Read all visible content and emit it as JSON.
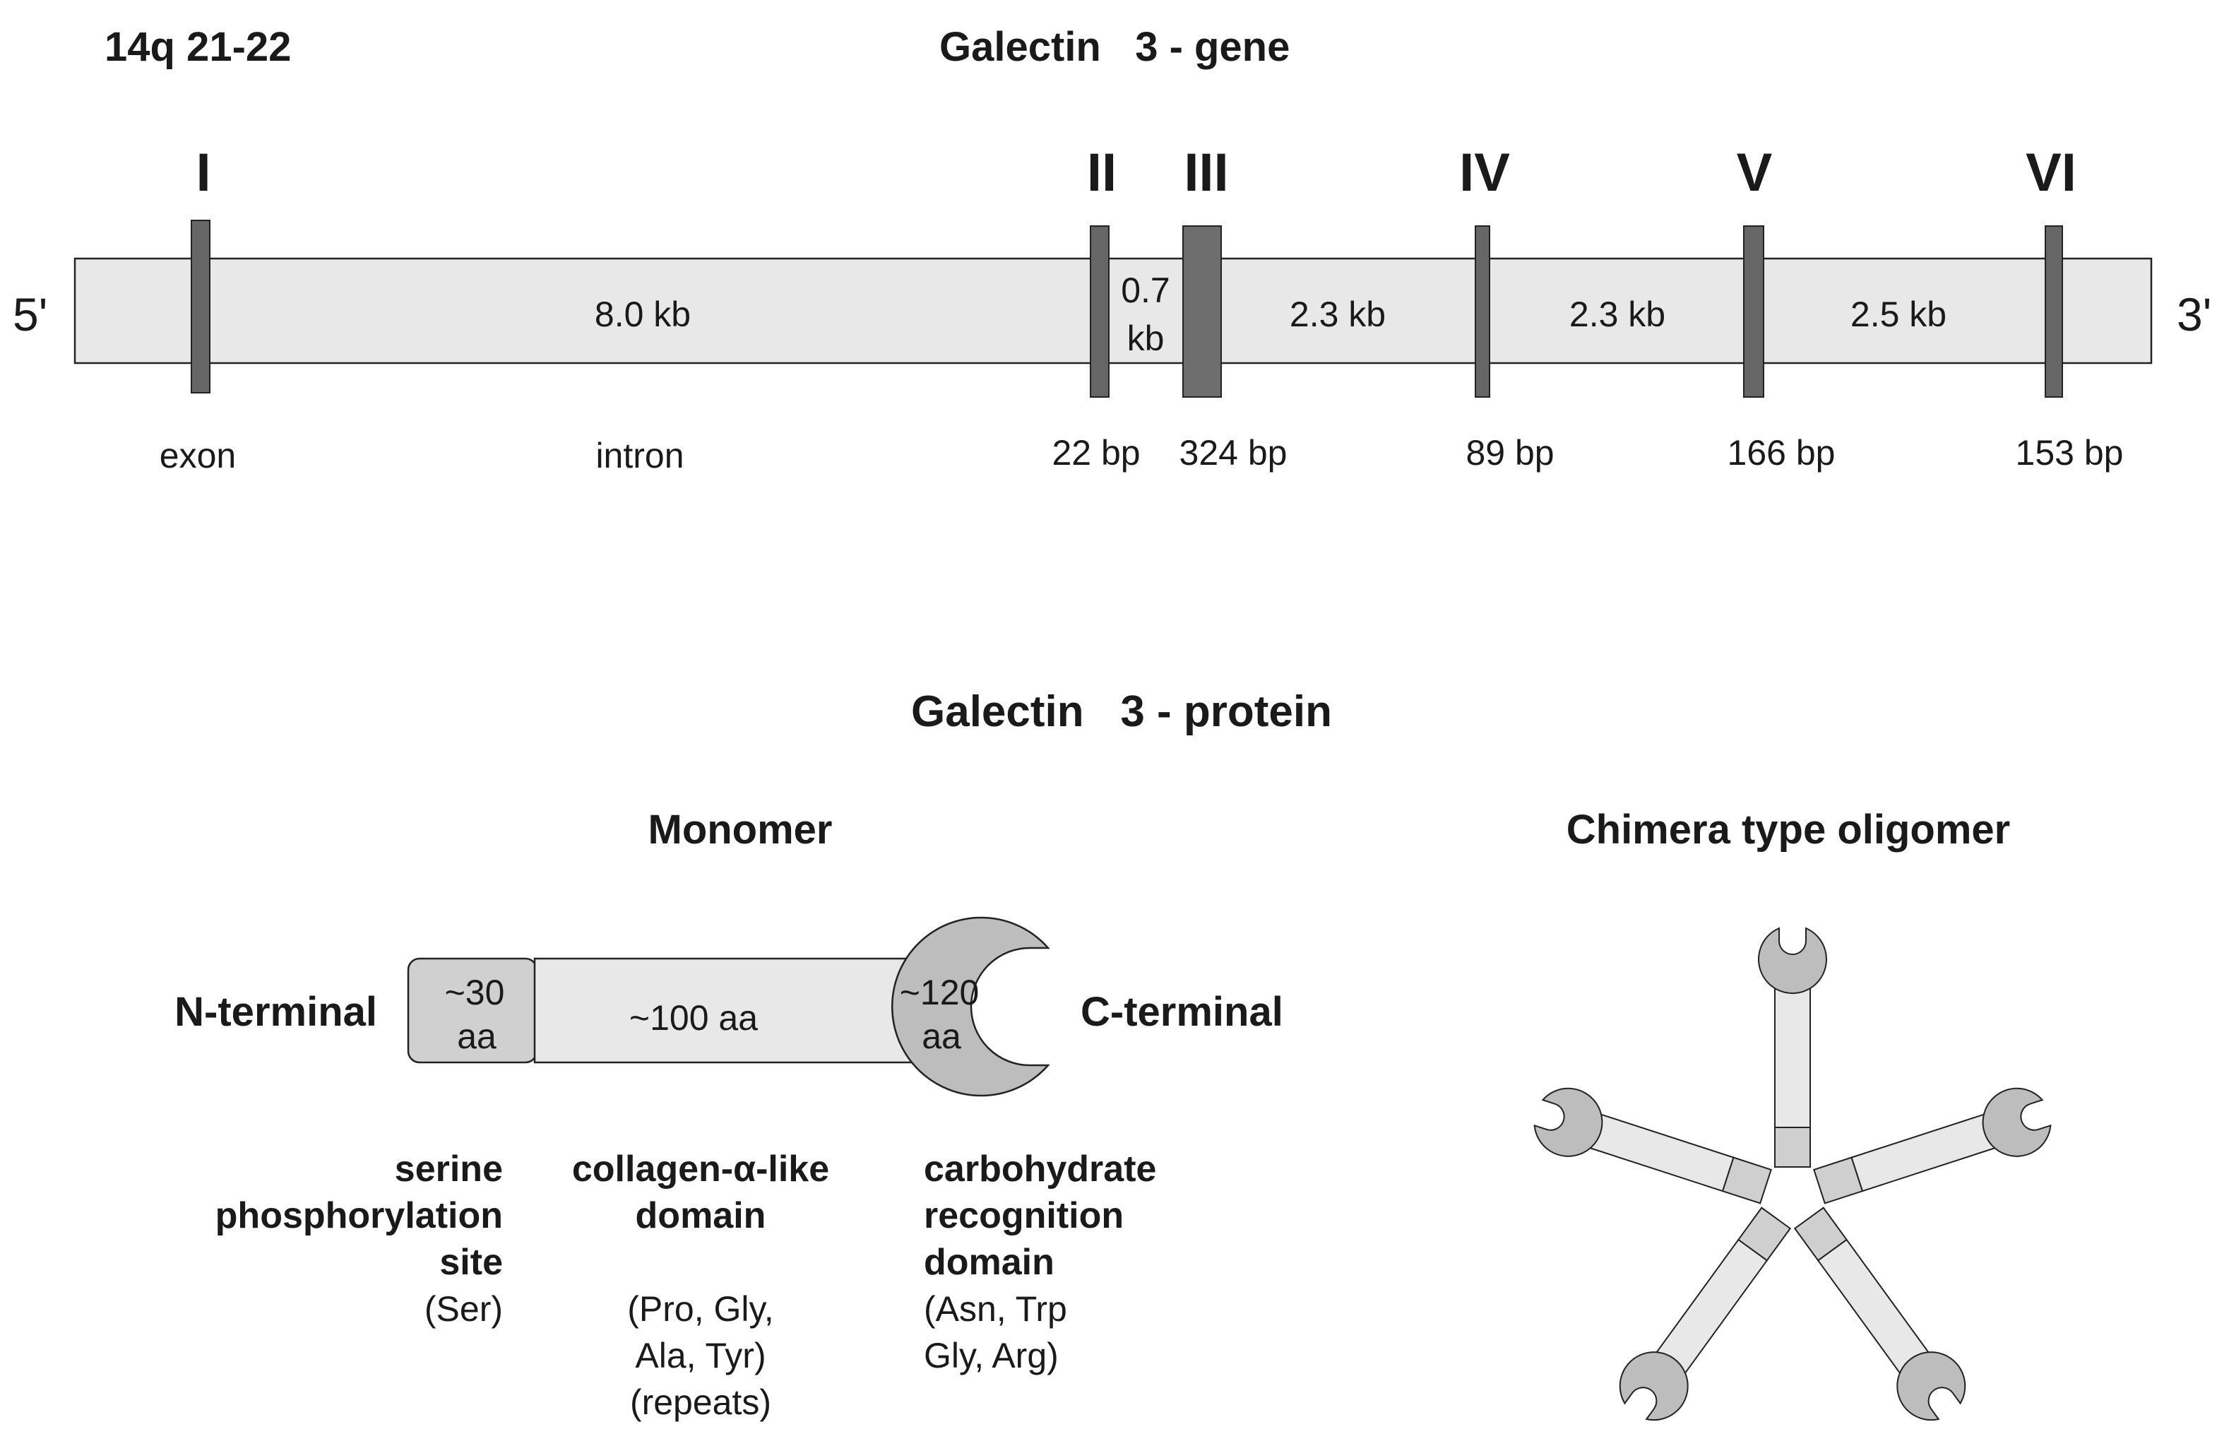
{
  "gene": {
    "locus": "14q 21-22",
    "title": "Galectin   3 - gene",
    "five_prime": "5'",
    "three_prime": "3'",
    "exons": [
      {
        "numeral": "I",
        "size": "exon"
      },
      {
        "numeral": "II",
        "size": "22 bp"
      },
      {
        "numeral": "III",
        "size": "324 bp"
      },
      {
        "numeral": "IV",
        "size": "89 bp"
      },
      {
        "numeral": "V",
        "size": "166 bp"
      },
      {
        "numeral": "VI",
        "size": "153 bp"
      }
    ],
    "introns": [
      {
        "size": "8.0 kb"
      },
      {
        "size_line1": "0.7",
        "size_line2": "kb"
      },
      {
        "size": "2.3 kb"
      },
      {
        "size": "2.3 kb"
      },
      {
        "size": "2.5 kb"
      }
    ],
    "intron_label": "intron",
    "colors": {
      "bar_fill": "#e8e8e8",
      "exon_fill": "#666666",
      "outline": "#222222"
    }
  },
  "protein": {
    "title": "Galectin   3 - protein",
    "monomer": {
      "title": "Monomer",
      "n_terminal": "N-terminal",
      "c_terminal": "C-terminal",
      "segments": [
        {
          "line1": "~30",
          "line2": "aa"
        },
        {
          "label": "~100 aa"
        },
        {
          "line1": "~120",
          "line2": "aa"
        }
      ],
      "domains": [
        {
          "lines": [
            "serine",
            "phosphorylation",
            "site"
          ],
          "detail": [
            "(Ser)"
          ]
        },
        {
          "lines": [
            "collagen-α-like",
            "domain"
          ],
          "detail": [
            "(Pro, Gly,",
            "Ala, Tyr)",
            "(repeats)"
          ]
        },
        {
          "lines": [
            "carbohydrate",
            "recognition",
            "domain"
          ],
          "detail": [
            "(Asn, Trp",
            "Gly, Arg)"
          ]
        }
      ],
      "colors": {
        "n_fill": "#d0d0d0",
        "mid_fill": "#e8e8e8",
        "c_fill": "#bdbdbd"
      }
    },
    "oligomer": {
      "title": "Chimera type oligomer",
      "arm_angles": [
        -90,
        -18,
        54,
        126,
        198
      ]
    }
  }
}
